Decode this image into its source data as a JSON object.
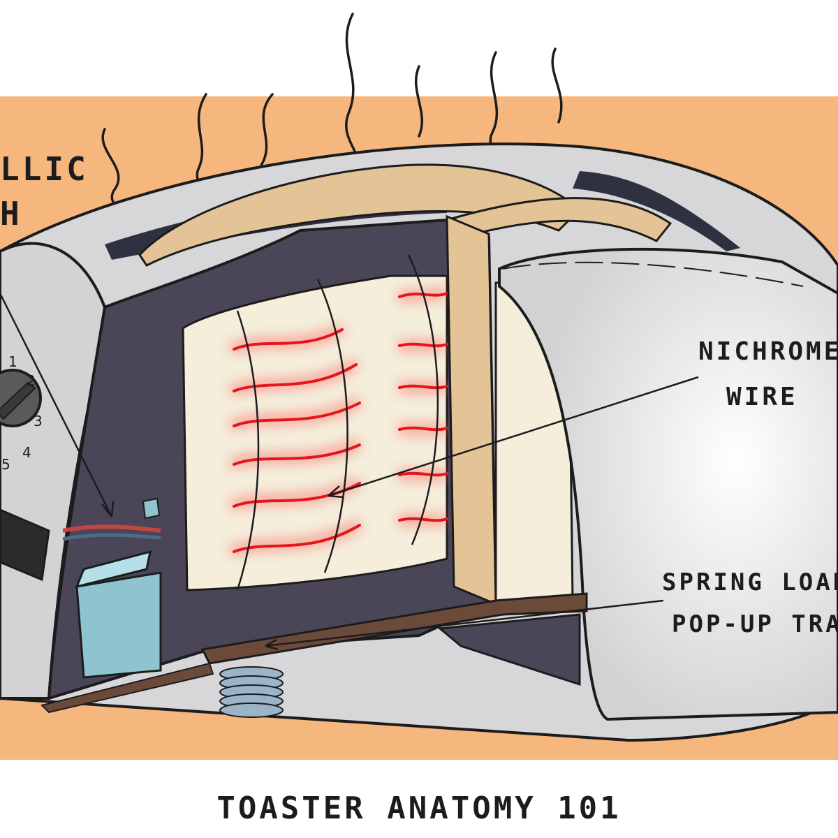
{
  "illustration": {
    "caption": "TOASTER ANATOMY 101",
    "labels": {
      "metallic_line1": "LLIC",
      "metallic_line2": "H",
      "nichrome_line1": "NICHROME",
      "nichrome_line2": "WIRE",
      "spring_line1": "SPRING LOADE",
      "spring_line2": "POP-UP TRAY"
    },
    "dial": {
      "numbers": [
        "1",
        "2",
        "3",
        "4",
        "5"
      ]
    }
  },
  "colors": {
    "background_panel": "#f6b77e",
    "toaster_body": "#d7d7d9",
    "interior_dark": "#4a4658",
    "insulation_board": "#f4eedb",
    "bread": "#e4c497",
    "heating_wire": "#e3161c",
    "tray": "#6b4a3a",
    "spring": "#9bb4c8",
    "circuit_box": "#8ec3cf"
  }
}
